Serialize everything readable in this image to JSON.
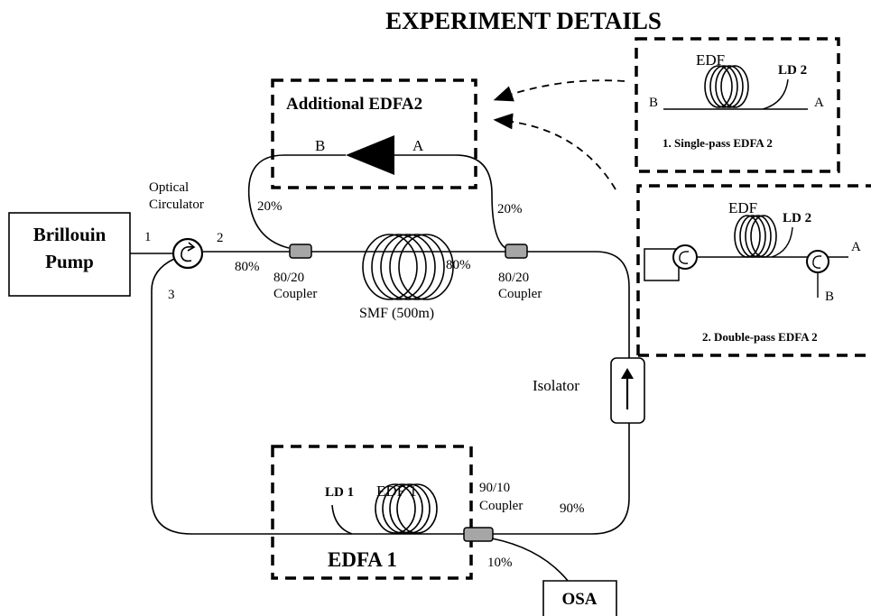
{
  "title": "EXPERIMENT DETAILS",
  "brillouin_pump": {
    "line1": "Brillouin",
    "line2": "Pump"
  },
  "circulator": {
    "label_line1": "Optical",
    "label_line2": "Circulator",
    "port1": "1",
    "port2": "2",
    "port3": "3"
  },
  "coupler_left": {
    "line1": "80/20",
    "line2": "Coupler",
    "pct_top": "20%",
    "pct_ring": "80%"
  },
  "coupler_right": {
    "line1": "80/20",
    "line2": "Coupler",
    "pct_top": "20%",
    "pct_ring": "80%"
  },
  "smf": {
    "label": "SMF (500m)"
  },
  "edfa2_box": {
    "title": "Additional EDFA2",
    "port_b": "B",
    "port_a": "A"
  },
  "isolator": {
    "label": "Isolator"
  },
  "edfa1": {
    "title": "EDFA 1",
    "ld": "LD 1",
    "edf": "EDF 1"
  },
  "coupler_out": {
    "line1": "90/10",
    "line2": "Coupler",
    "pct_ring": "90%",
    "pct_out": "10%"
  },
  "osa": {
    "label": "OSA"
  },
  "single_pass": {
    "edf": "EDF",
    "ld": "LD 2",
    "port_b": "B",
    "port_a": "A",
    "caption": "1. Single-pass EDFA 2"
  },
  "double_pass": {
    "edf": "EDF",
    "ld": "LD 2",
    "port_a": "A",
    "port_b": "B",
    "caption": "2. Double-pass EDFA 2"
  }
}
